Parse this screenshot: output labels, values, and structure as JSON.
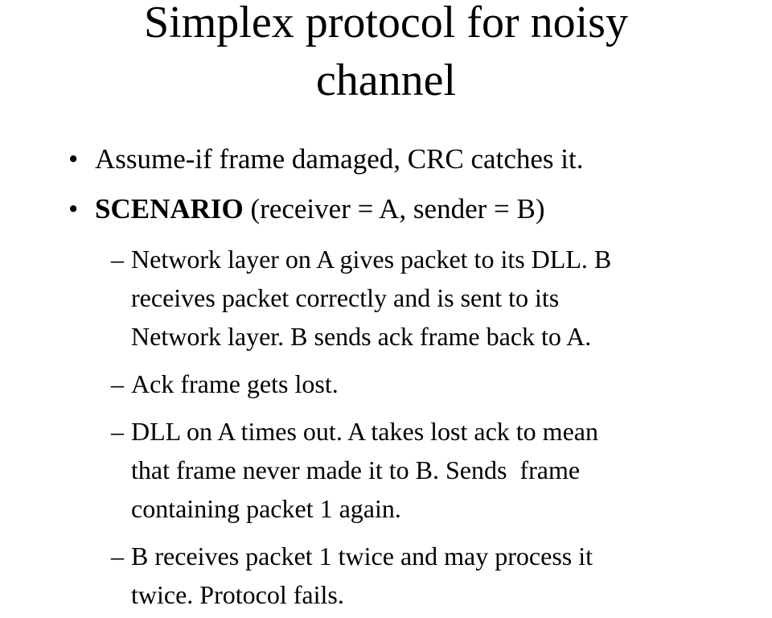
{
  "slide": {
    "colors": {
      "background": "#ffffff",
      "text": "#000000"
    },
    "title": "Simplex protocol for noisy\nchannel",
    "markers": {
      "level1": "•",
      "level2": "–"
    },
    "bullets": [
      {
        "text": "Assume-if frame damaged, CRC catches it."
      },
      {
        "bold": "SCENARIO",
        "rest": " (receiver = A, sender = B)"
      }
    ],
    "sub_bullets": [
      {
        "text": "Network layer on A gives packet to its DLL. B\nreceives packet correctly and is sent to its\nNetwork layer. B sends ack frame back to A."
      },
      {
        "text": "Ack frame gets lost."
      },
      {
        "text": "DLL on A times out. A takes lost ack to mean\nthat frame never made it to B. Sends  frame\ncontaining packet 1 again."
      },
      {
        "text": "B receives packet 1 twice and may process it\ntwice. Protocol fails."
      }
    ]
  }
}
